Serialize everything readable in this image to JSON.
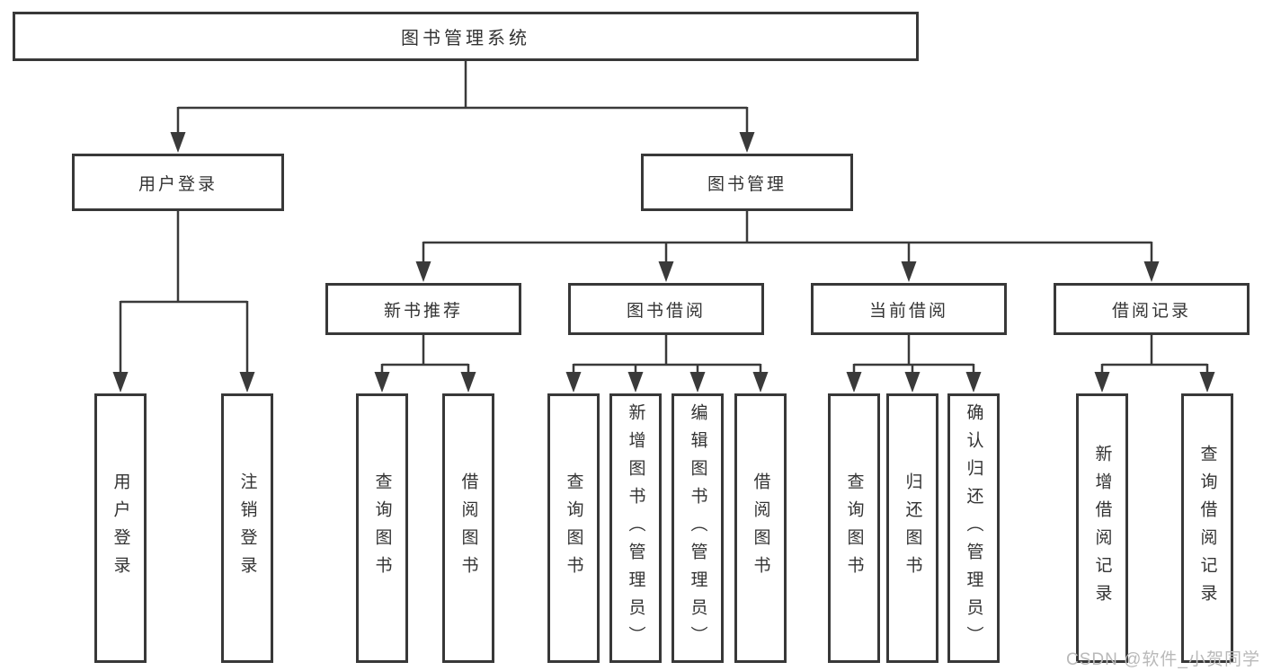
{
  "diagram": {
    "root_label": "图书管理系统",
    "level2": [
      {
        "label": "用户登录",
        "leaves": [
          "用户登录",
          "注销登录"
        ]
      },
      {
        "label": "图书管理"
      }
    ],
    "level3": [
      {
        "label": "新书推荐",
        "leaves": [
          "查询图书",
          "借阅图书"
        ]
      },
      {
        "label": "图书借阅",
        "leaves": [
          "查询图书",
          "新增图书（管理员）",
          "编辑图书（管理员）",
          "借阅图书"
        ]
      },
      {
        "label": "当前借阅",
        "leaves": [
          "查询图书",
          "归还图书",
          "确认归还（管理员）"
        ]
      },
      {
        "label": "借阅记录",
        "leaves": [
          "新增借阅记录",
          "查询借阅记录"
        ]
      }
    ],
    "colors": {
      "line": "#3a3a3a",
      "border": "#383838",
      "text": "#333333",
      "box_background": "#ffffff",
      "watermark": "#b9b9b9",
      "page_background": "#ffffff"
    }
  },
  "watermark": {
    "text": "CSDN @软件_小贺同学"
  }
}
